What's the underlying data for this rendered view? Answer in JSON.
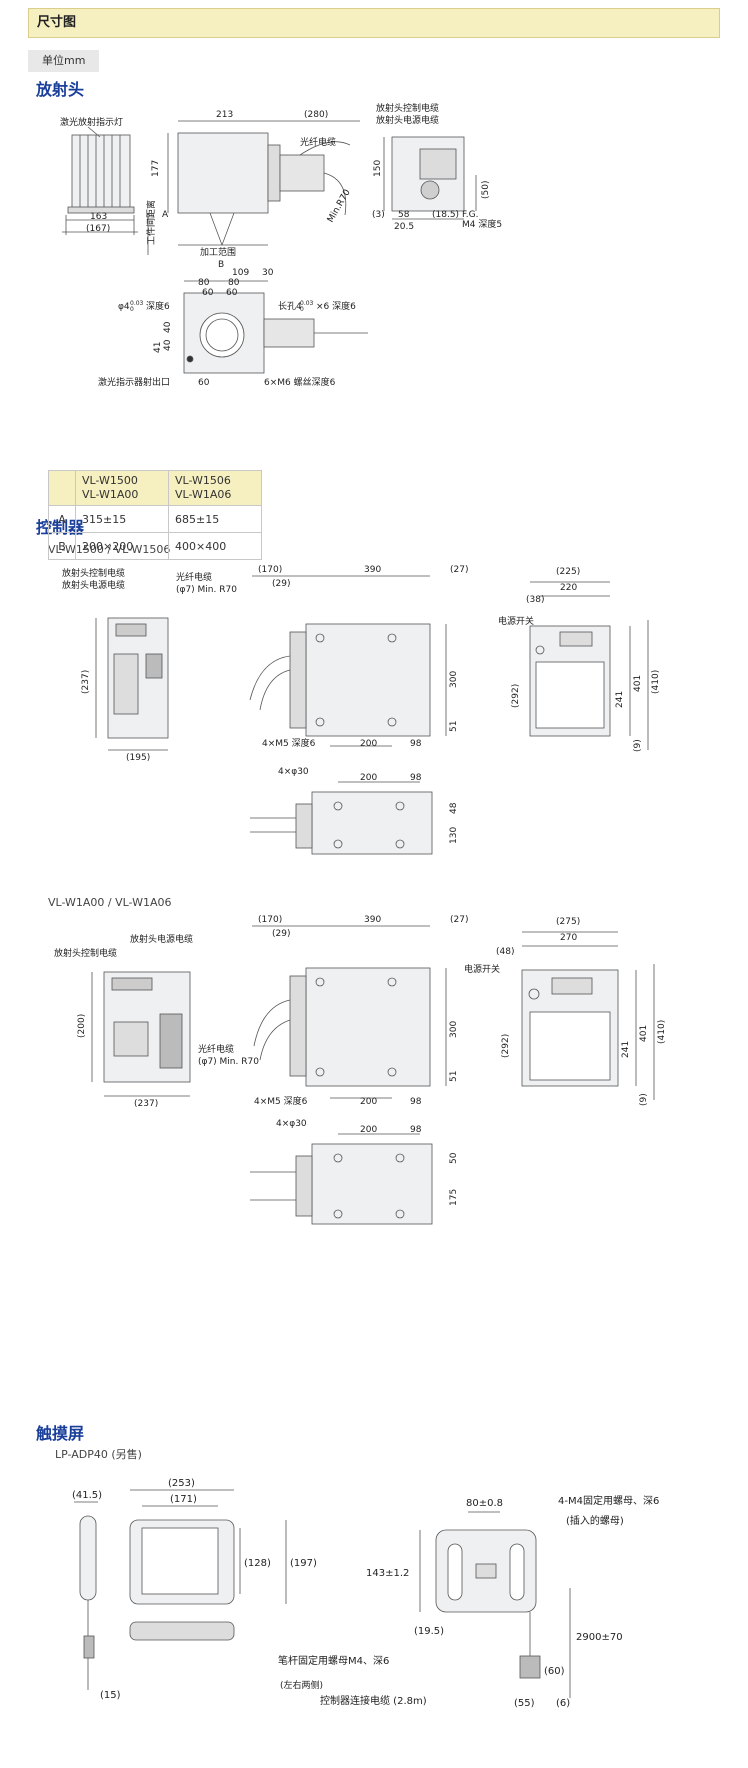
{
  "header": {
    "title": "尺寸图"
  },
  "unit": {
    "label": "单位mm"
  },
  "sections": {
    "head": "放射头",
    "controller": "控制器",
    "touch": "触摸屏"
  },
  "head_diagram": {
    "laser_indicator_lamp": "激光放射指示灯",
    "dim_213": "213",
    "dim_280": "(280)",
    "dim_177": "177",
    "fiber_cable": "光纤电缆",
    "min_r70": "Min.R70",
    "work_distance": "工件间距离",
    "a": "A",
    "dim_163": "163",
    "dim_167": "(167)",
    "work_range": "加工范围",
    "b": "B",
    "ctrl_cable": "放射头控制电缆",
    "power_cable": "放射头电源电缆",
    "dim_150": "150",
    "dim_50": "(50)",
    "dim_3": "(3)",
    "dim_58": "58",
    "dim_18_5": "(18.5)",
    "fg": "F.G.",
    "m4_depth5": "M4  深度5",
    "dim_20_5": "20.5"
  },
  "head_bottom": {
    "dim_109": "109",
    "dim_30": "30",
    "dim_80a": "80",
    "dim_80b": "80",
    "dim_60a": "60",
    "dim_60b": "60",
    "phi4_prefix": "φ4",
    "phi4_tol_top": "0.03",
    "phi4_tol_bottom": "0",
    "phi4_suffix": "深度6",
    "slot_prefix": "长孔4",
    "slot_tol_top": "0.03",
    "slot_tol_bottom": "0",
    "slot_suffix": "×6 深度6",
    "dim_40a": "40",
    "dim_40b": "40",
    "dim_41": "41",
    "laser_outlet": "激光指示器射出口",
    "dim_60c": "60",
    "m6": "6×M6  螺丝深度6"
  },
  "spec_table": {
    "col1": "VL-W1500\nVL-W1A00",
    "col2": "VL-W1506\nVL-W1A06",
    "rows": [
      {
        "key": "A",
        "v1": "315±15",
        "v2": "685±15"
      },
      {
        "key": "B",
        "v1": "200×200",
        "v2": "400×400"
      }
    ]
  },
  "ctrl1": {
    "model": "VL-W1500 / VL-W1506",
    "ctrl_cable": "放射头控制电缆",
    "power_cable": "放射头电源电缆",
    "fiber_cable": "光纤电缆",
    "fiber_r70": "(φ7) Min. R70",
    "dim_237": "(237)",
    "dim_195": "(195)",
    "dim_170": "(170)",
    "dim_29": "(29)",
    "dim_390": "390",
    "dim_27": "(27)",
    "dim_300": "300",
    "dim_51": "51",
    "m5": "4×M5 深度6",
    "dim_200": "200",
    "dim_98": "98",
    "dim_225": "(225)",
    "dim_220": "220",
    "dim_38": "(38)",
    "power_switch": "电源开关",
    "dim_292": "(292)",
    "dim_241": "241",
    "dim_401": "401",
    "dim_410": "(410)",
    "dim_9": "(9)",
    "top_phi30": "4×φ30",
    "top_200": "200",
    "top_98": "98",
    "top_48": "48",
    "top_130": "130"
  },
  "ctrl2": {
    "model": "VL-W1A00 / VL-W1A06",
    "power_cable": "放射头电源电缆",
    "ctrl_cable": "放射头控制电缆",
    "fiber_cable": "光纤电缆",
    "fiber_r70": "(φ7) Min. R70",
    "dim_200": "(200)",
    "dim_237": "(237)",
    "dim_170": "(170)",
    "dim_29": "(29)",
    "dim_390": "390",
    "dim_27": "(27)",
    "dim_300": "300",
    "dim_51": "51",
    "m5": "4×M5 深度6",
    "dim_200b": "200",
    "dim_98": "98",
    "dim_275": "(275)",
    "dim_270": "270",
    "dim_48": "(48)",
    "power_switch": "电源开关",
    "dim_292": "(292)",
    "dim_241": "241",
    "dim_401": "401",
    "dim_410": "(410)",
    "dim_9": "(9)",
    "top_phi30": "4×φ30",
    "top_200": "200",
    "top_98": "98",
    "top_50": "50",
    "top_175": "175"
  },
  "touch": {
    "model": "LP-ADP40 (另售)",
    "dim_41_5": "(41.5)",
    "dim_253": "(253)",
    "dim_171": "(171)",
    "dim_128": "(128)",
    "dim_197": "(197)",
    "dim_15": "(15)",
    "dim_80": "80±0.8",
    "m4_nut": "4-M4固定用螺母、深6",
    "insert_nut": "(插入的螺母)",
    "dim_143": "143±1.2",
    "dim_19_5": "(19.5)",
    "dim_2900": "2900±70",
    "pen_nut": "笔杆固定用螺母M4、深6",
    "both_sides": "(左右两侧)",
    "dim_60": "(60)",
    "ctrl_cable": "控制器连接电缆 (2.8m)",
    "dim_55": "(55)",
    "dim_6": "(6)"
  }
}
